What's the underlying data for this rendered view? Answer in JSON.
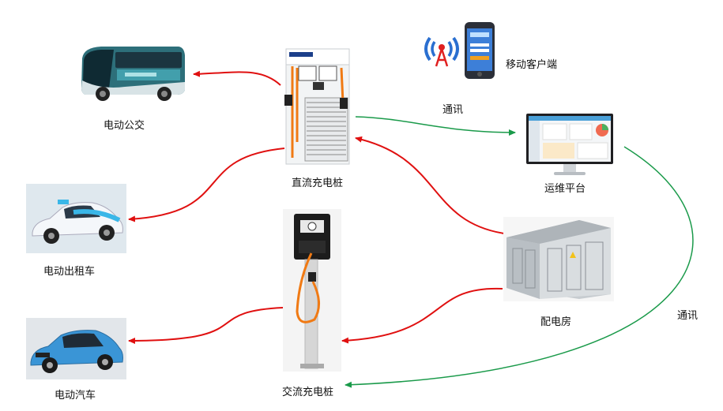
{
  "nodes": {
    "bus": "电动公交",
    "dc_charger": "直流充电桩",
    "taxi": "电动出租车",
    "car": "电动汽车",
    "ac_charger": "交流充电桩",
    "substation": "配电房",
    "platform": "运维平台",
    "mobile": "移动客户端"
  },
  "edges": {
    "comm_top": "通讯",
    "comm_right": "通讯"
  },
  "colors": {
    "power": "#e01010",
    "communication": "#1a9a4a"
  },
  "icons": {
    "signal": "signal-tower-icon",
    "phone": "smartphone-icon"
  }
}
